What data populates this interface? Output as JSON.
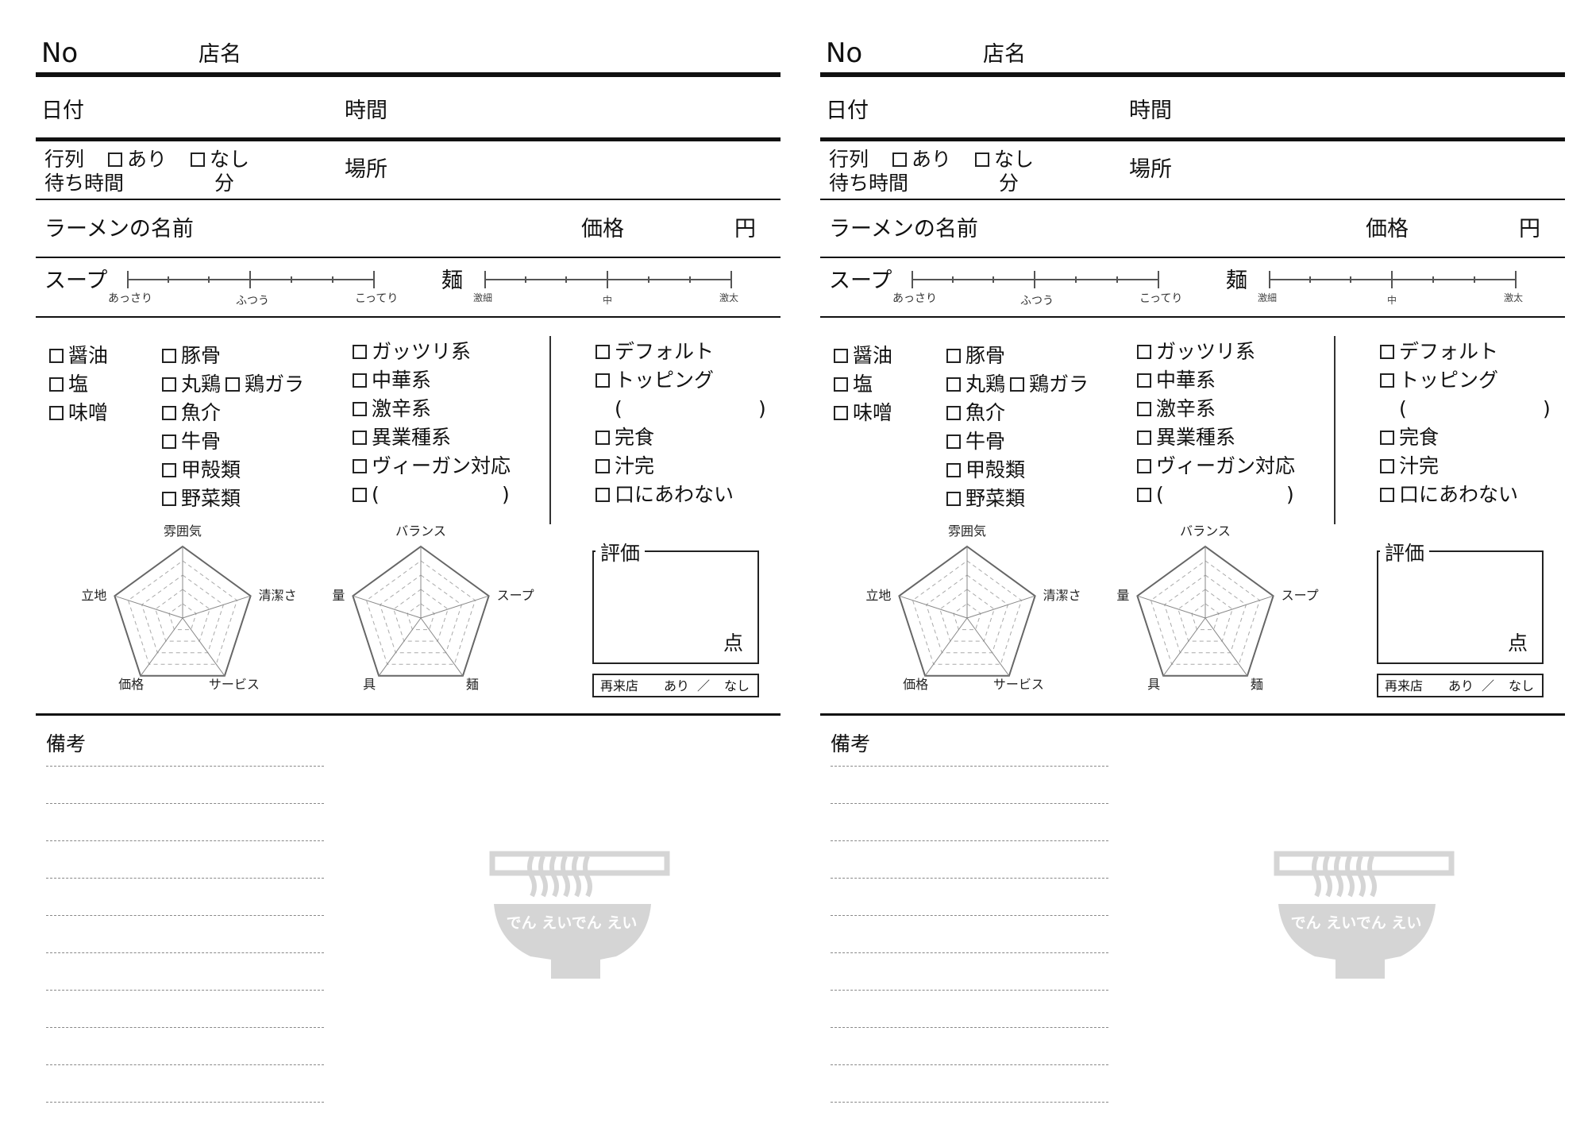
{
  "card": {
    "no_label": "No",
    "shop_label": "店名",
    "date_label": "日付",
    "time_label": "時間",
    "queue_label": "行列",
    "queue_yes": "あり",
    "queue_no": "なし",
    "wait_label": "待ち時間",
    "minutes_unit": "分",
    "place_label": "場所",
    "ramen_name_label": "ラーメンの名前",
    "price_label": "価格",
    "yen_unit": "円",
    "soup_label": "スープ",
    "soup_scale": [
      "あっさり",
      "ふつう",
      "こってり"
    ],
    "noodle_label": "麺",
    "noodle_scale": [
      "激細",
      "中",
      "激太"
    ],
    "flavor_options": [
      "醤油",
      "塩",
      "味噌"
    ],
    "base_options": [
      "豚骨",
      "丸鶏",
      "魚介",
      "牛骨",
      "甲殻類",
      "野菜類"
    ],
    "base_extra": "鶏ガラ",
    "style_options": [
      "ガッツリ系",
      "中華系",
      "激辛系",
      "異業種系",
      "ヴィーガン対応"
    ],
    "style_other_open": "(",
    "style_other_close": ")",
    "order_options": [
      "デフォルト",
      "トッピング"
    ],
    "topping_open": "(",
    "topping_close": ")",
    "finish_options": [
      "完食",
      "汁完",
      "口にあわない"
    ],
    "radar1_axes": [
      "雰囲気",
      "清潔さ",
      "サービス",
      "価格",
      "立地"
    ],
    "radar2_axes": [
      "バランス",
      "スープ",
      "麺",
      "具",
      "量"
    ],
    "rating_label": "評価",
    "points_unit": "点",
    "revisit_label": "再来店",
    "revisit_yes": "あり",
    "revisit_sep": "／",
    "revisit_no": "なし",
    "notes_label": "備考",
    "watermark_text": "でん えいでん えい"
  }
}
